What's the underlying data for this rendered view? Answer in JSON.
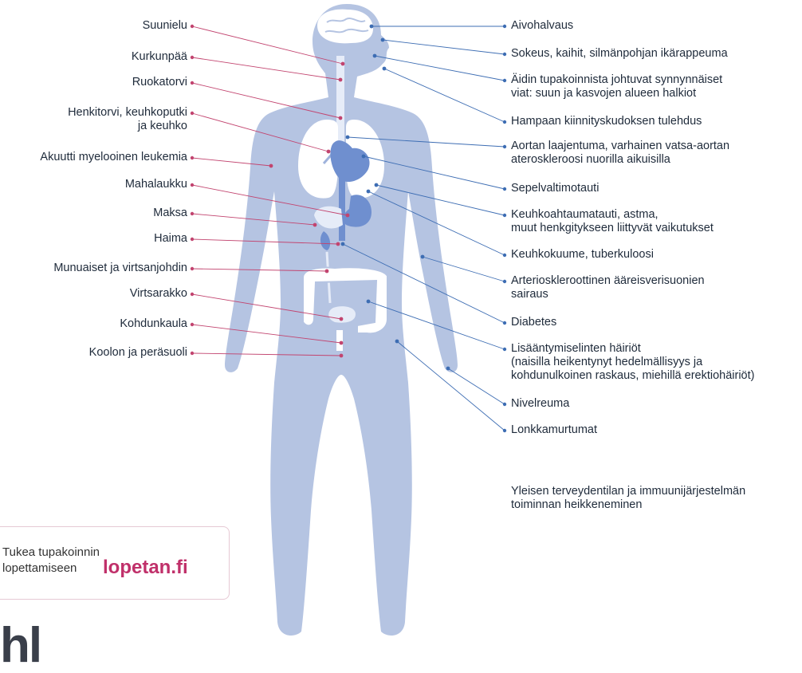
{
  "colors": {
    "body": "#b5c4e2",
    "organ": "#6f8fcf",
    "lung": "#ffffff",
    "left_line": "#c2446f",
    "right_line": "#3d6db3"
  },
  "left_labels": [
    {
      "text": "Suunielu"
    },
    {
      "text": "Kurkunpää"
    },
    {
      "text": "Ruokatorvi"
    },
    {
      "text": "Henkitorvi, keuhkoputki\nja keuhko"
    },
    {
      "text": "Akuutti myelooinen leukemia"
    },
    {
      "text": "Mahalaukku"
    },
    {
      "text": "Maksa"
    },
    {
      "text": "Haima"
    },
    {
      "text": "Munuaiset ja virtsanjohdin"
    },
    {
      "text": "Virtsarakko"
    },
    {
      "text": "Kohdunkaula"
    },
    {
      "text": "Koolon ja peräsuoli"
    }
  ],
  "right_labels": [
    {
      "text": "Aivohalvaus"
    },
    {
      "text": "Sokeus, kaihit, silmänpohjan ikärappeuma"
    },
    {
      "text": "Äidin tupakoinnista johtuvat synnynnäiset\nviat: suun ja kasvojen alueen halkiot"
    },
    {
      "text": "Hampaan kiinnityskudoksen tulehdus"
    },
    {
      "text": "Aortan laajentuma, varhainen vatsa-aortan\nateroskleroosi nuorilla aikuisilla"
    },
    {
      "text": "Sepelvaltimotauti"
    },
    {
      "text": "Keuhkoahtaumatauti, astma,\nmuut henkgitykseen liittyvät vaikutukset"
    },
    {
      "text": "Keuhkokuume, tuberkuloosi"
    },
    {
      "text": "Arterioskleroottinen ääreisverisuonien\nsairaus"
    },
    {
      "text": "Diabetes"
    },
    {
      "text": "Lisääntymiselinten häiriöt\n(naisilla heikentynyt hedelmällisyys ja\nkohdunulkoinen raskaus, miehillä erektiohäiriöt)"
    },
    {
      "text": "Nivelreuma"
    },
    {
      "text": "Lonkkamurtumat"
    },
    {
      "text": "Yleisen terveydentilan ja immuunijärjestelmän\ntoiminnan heikkeneminen"
    }
  ],
  "promo": {
    "text": "Tukea tupakoinnin\nlopettamiseen",
    "brand": "lopetan.fi"
  },
  "logo_fragment": "hl"
}
